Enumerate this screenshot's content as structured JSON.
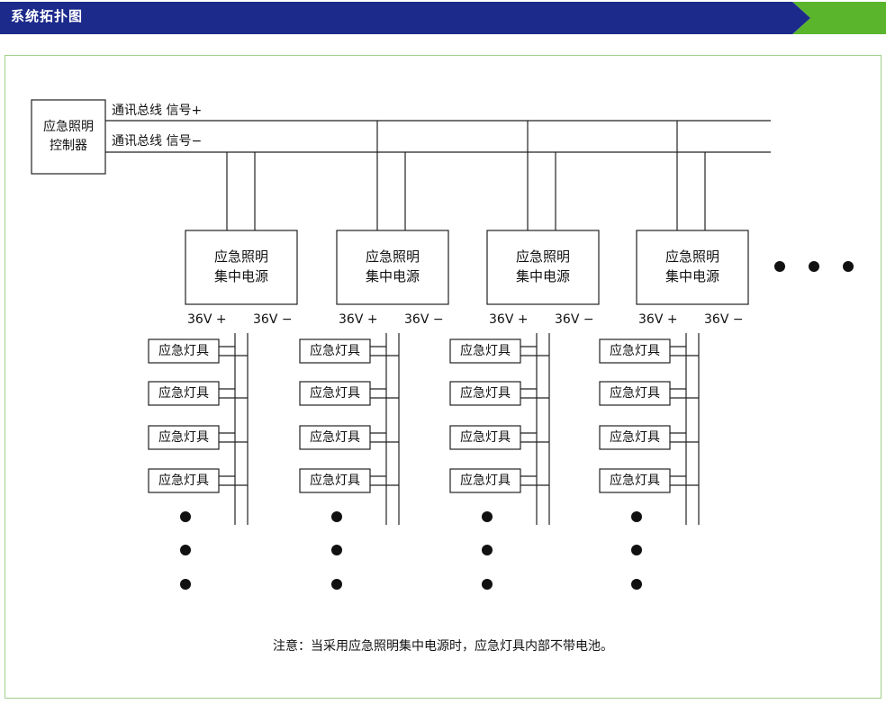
{
  "header": {
    "title": "系统拓扑图"
  },
  "controller": {
    "line1": "应急照明",
    "line2": "控制器"
  },
  "bus": {
    "plus_label": "通讯总线 信号+",
    "minus_label": "通讯总线 信号−"
  },
  "power_supplies": [
    {
      "line1": "应急照明",
      "line2": "集中电源",
      "v_plus": "36V +",
      "v_minus": "36V −",
      "lamps": [
        "应急灯具",
        "应急灯具",
        "应急灯具",
        "应急灯具"
      ]
    },
    {
      "line1": "应急照明",
      "line2": "集中电源",
      "v_plus": "36V +",
      "v_minus": "36V −",
      "lamps": [
        "应急灯具",
        "应急灯具",
        "应急灯具",
        "应急灯具"
      ]
    },
    {
      "line1": "应急照明",
      "line2": "集中电源",
      "v_plus": "36V +",
      "v_minus": "36V −",
      "lamps": [
        "应急灯具",
        "应急灯具",
        "应急灯具",
        "应急灯具"
      ]
    },
    {
      "line1": "应急照明",
      "line2": "集中电源",
      "v_plus": "36V +",
      "v_minus": "36V −",
      "lamps": [
        "应急灯具",
        "应急灯具",
        "应急灯具",
        "应急灯具"
      ]
    }
  ],
  "note": "注意：当采用应急照明集中电源时，应急灯具内部不带电池。",
  "colors": {
    "header_blue": "#1c2a8c",
    "header_green": "#5ab52d",
    "frame_border": "#9fd28a",
    "line": "#222222"
  }
}
